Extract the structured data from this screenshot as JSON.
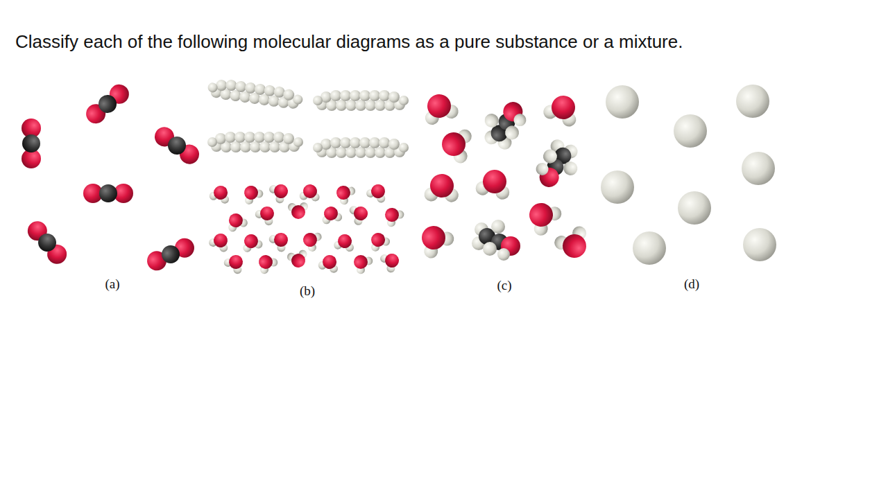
{
  "diagram": {
    "title": "Classify each of the following molecular diagrams as a pure substance or a mixture.",
    "labels": [
      "(a)",
      "(b)",
      "(c)",
      "(d)"
    ]
  }
}
